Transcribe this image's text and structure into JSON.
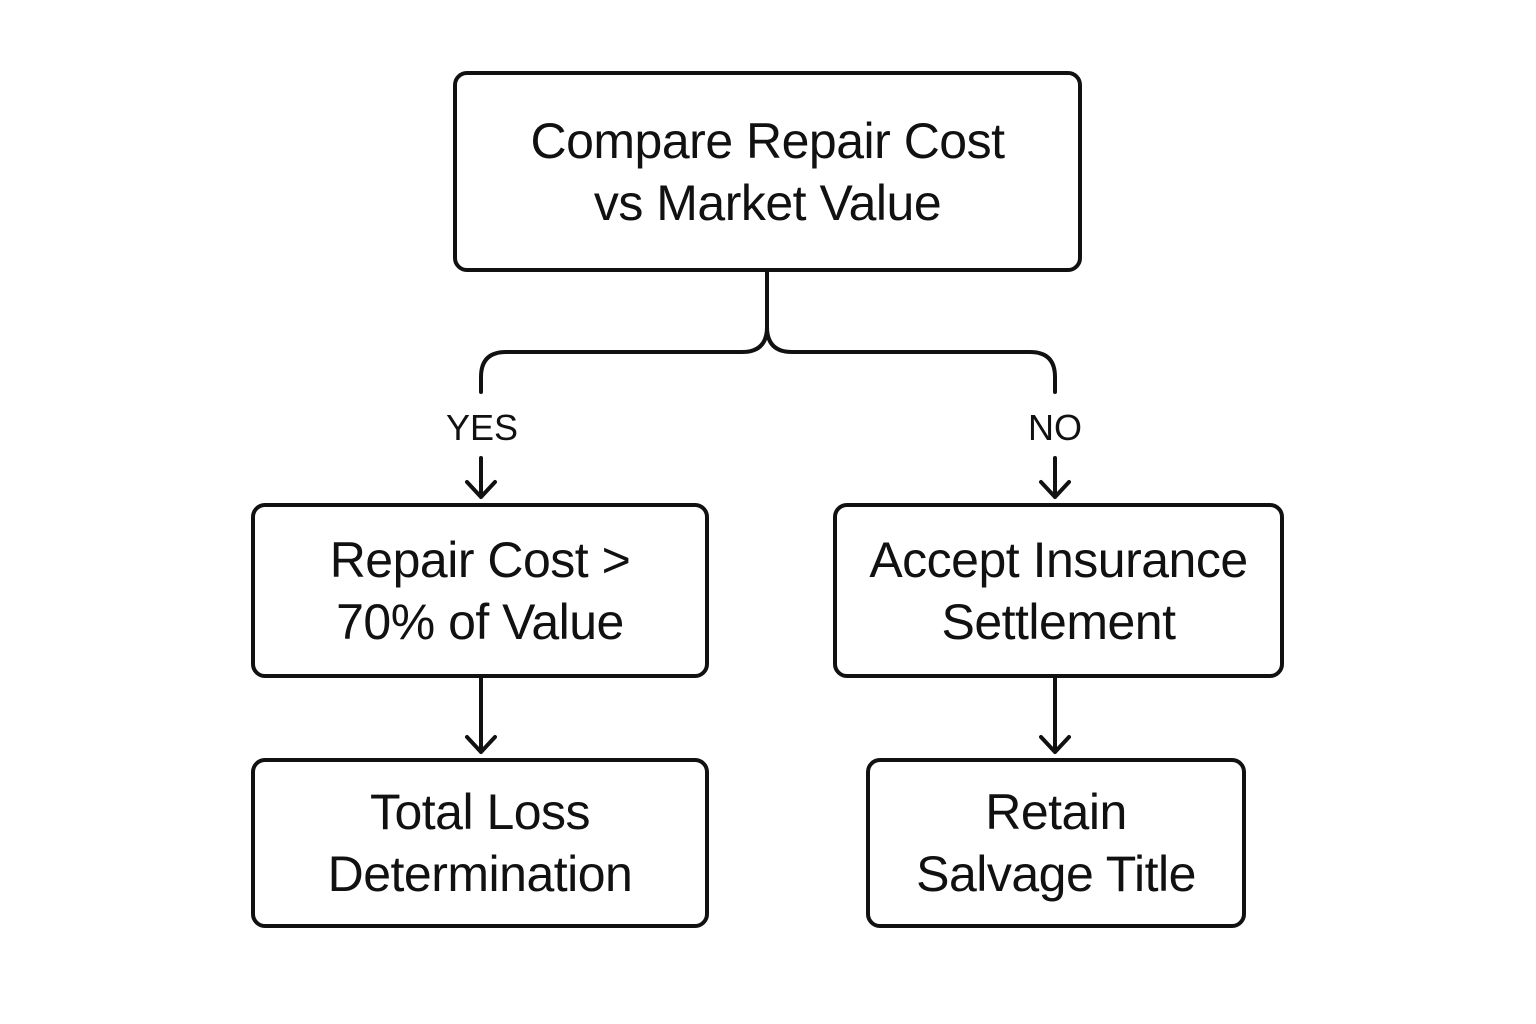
{
  "diagram": {
    "nodes": {
      "root": {
        "lines": [
          "Compare Repair Cost",
          "vs Market Value"
        ]
      },
      "repair": {
        "lines": [
          "Repair Cost >",
          "70% of Value"
        ]
      },
      "accept": {
        "lines": [
          "Accept Insurance",
          "Settlement"
        ]
      },
      "total": {
        "lines": [
          "Total Loss",
          "Determination"
        ]
      },
      "retain": {
        "lines": [
          "Retain",
          "Salvage Title"
        ]
      }
    },
    "branches": {
      "yes": "YES",
      "no": "NO"
    },
    "edges": [
      {
        "from": "root",
        "to": "repair",
        "label": "yes"
      },
      {
        "from": "root",
        "to": "accept",
        "label": "no"
      },
      {
        "from": "repair",
        "to": "total"
      },
      {
        "from": "accept",
        "to": "retain"
      }
    ]
  }
}
